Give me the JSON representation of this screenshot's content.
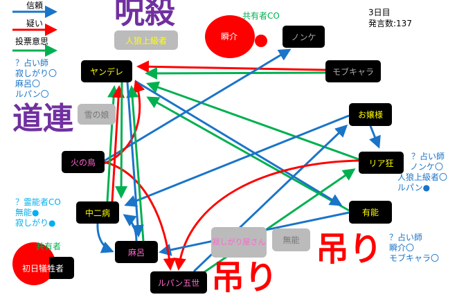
{
  "legend": {
    "trust": "信頼",
    "doubt": "疑い",
    "vote": "投票意思"
  },
  "colors": {
    "trust": "#1a74c8",
    "doubt": "#ff0000",
    "vote": "#00b050",
    "stamp": "#7030a0",
    "blood": "#ff0000"
  },
  "status": {
    "day": "3日目",
    "posts": "発言数:137"
  },
  "nodes": {
    "yandere": "ヤンデレ",
    "shunsuke": "瞬介",
    "nonke": "ノンケ",
    "mob": "モブキャラ",
    "ojou": "お嬢様",
    "riakyo": "リア狂",
    "yuunou": "有能",
    "hinotori": "火の鳥",
    "chuni": "中二病",
    "maro": "麻呂",
    "lupin": "ルパン五世",
    "firstvictim": "初日犠牲者"
  },
  "dead": {
    "jinro": {
      "name": "人狼上級者",
      "stamp": "呪殺"
    },
    "yuki": {
      "name": "雪の娘",
      "stamp": "道連"
    },
    "sabishi": {
      "name": "寂しがり屋さん",
      "stamp": "吊り"
    },
    "munou": {
      "name": "無能",
      "stamp": "吊り"
    }
  },
  "tags": {
    "shunsuke": "共有者CO",
    "firstvictim": "共有者"
  },
  "notes": {
    "yandere": [
      "？占い師",
      "寂しがり〇",
      "麻呂〇",
      "ルパン〇"
    ],
    "medium": [
      "？霊能者CO",
      "無能●",
      "寂しがり●"
    ],
    "riakyo": [
      "？占い師",
      "ノンケ〇",
      "人狼上級者〇",
      "ルパン●"
    ],
    "munou": [
      "？占い師",
      "瞬介〇",
      "モブキャラ〇"
    ]
  }
}
